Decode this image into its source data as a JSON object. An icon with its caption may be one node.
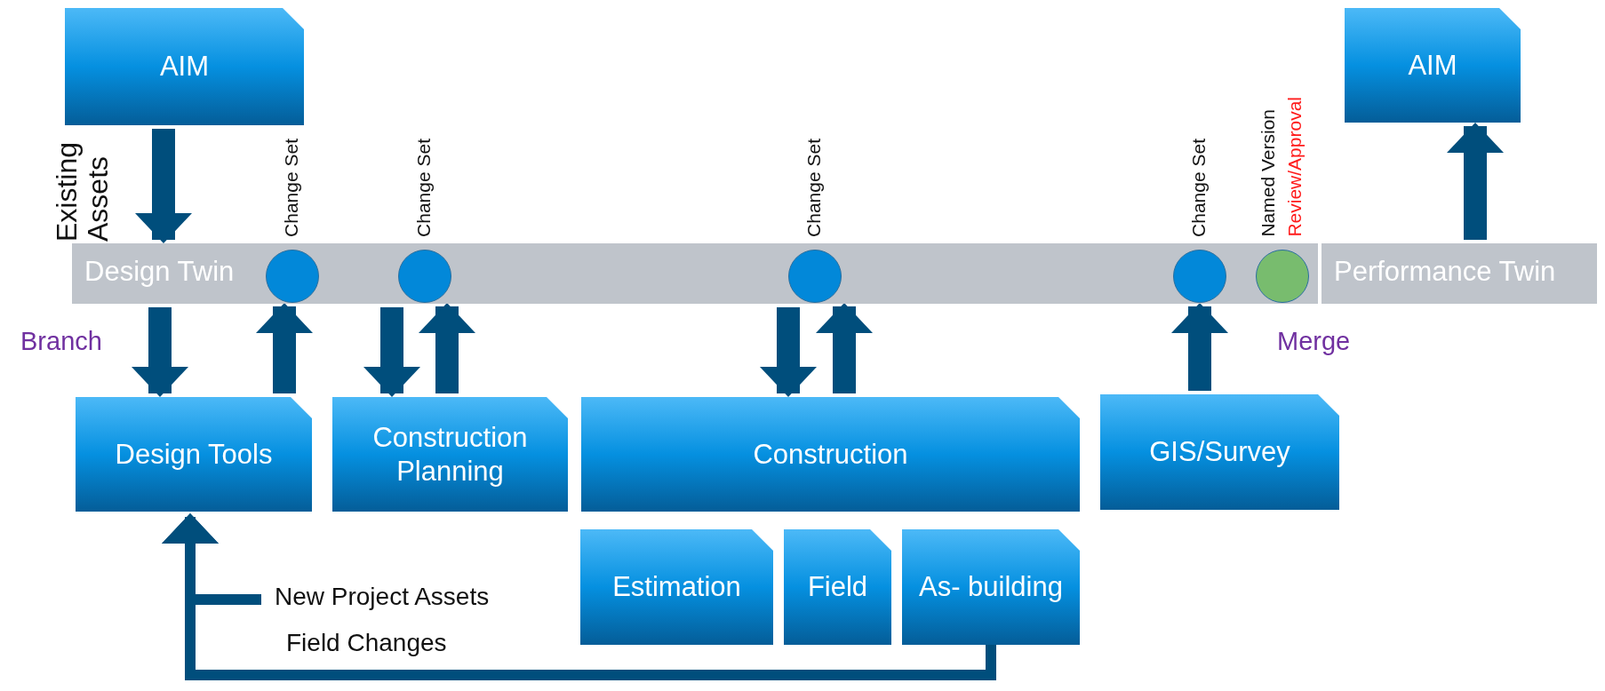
{
  "diagram": {
    "nodes": [
      {
        "text": [
          "AIM"
        ]
      },
      {
        "text": [
          "AIM"
        ]
      },
      {
        "text": [
          "Design Twin"
        ]
      },
      {
        "text": [],
        "shape": "circle",
        "in": 2,
        "beside": [
          "Change Set"
        ]
      },
      {
        "text": [],
        "shape": "circle",
        "in": 2,
        "beside": [
          "Change Set"
        ]
      },
      {
        "text": [],
        "shape": "circle",
        "in": 2,
        "beside": [
          "Change Set"
        ]
      },
      {
        "text": [],
        "shape": "circle",
        "in": 2,
        "beside": [
          "Change Set"
        ]
      },
      {
        "text": [],
        "shape": "circle",
        "in": 2,
        "beside": [
          "Named Version",
          "Review/Approval"
        ]
      },
      {
        "text": [
          "Performance Twin"
        ]
      },
      {
        "text": [
          "Design Tools"
        ]
      },
      {
        "text": [
          "Construction Planning"
        ]
      },
      {
        "text": [
          "Construction"
        ]
      },
      {
        "text": [
          "GIS/Survey"
        ]
      },
      {
        "text": [
          "Estimation"
        ]
      },
      {
        "text": [
          "Field"
        ]
      },
      {
        "text": [
          "As- building"
        ]
      }
    ],
    "edges": [
      {
        "from": 0,
        "to": 2,
        "arrow": "to"
      },
      {
        "from": 2,
        "to": 9,
        "arrow": "to"
      },
      {
        "from": 9,
        "to": 3,
        "arrow": "to"
      },
      {
        "from": 2,
        "to": 10,
        "arrow": "to"
      },
      {
        "from": 10,
        "to": 4,
        "arrow": "to"
      },
      {
        "from": 2,
        "to": 11,
        "arrow": "to"
      },
      {
        "from": 11,
        "to": 5,
        "arrow": "to"
      },
      {
        "from": 12,
        "to": 6,
        "arrow": "to"
      },
      {
        "from": 8,
        "to": 1,
        "arrow": "to"
      },
      {
        "from": null,
        "to": 9,
        "arrow": "to",
        "label": "New Project Assets"
      },
      {
        "from": 15,
        "to": 9,
        "arrow": "to",
        "label": "Field Changes"
      }
    ],
    "labels": [
      "Existing Assets",
      "Branch",
      "Merge"
    ]
  }
}
